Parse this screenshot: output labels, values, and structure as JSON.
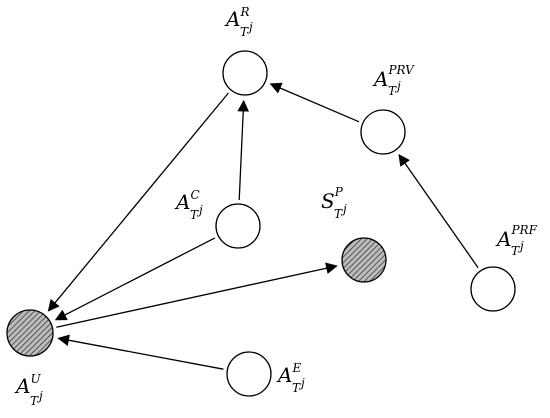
{
  "nodes": {
    "r": {
      "base": "A",
      "sup": "R",
      "sub": "T",
      "subsup": "j",
      "hatched": false
    },
    "prv": {
      "base": "A",
      "sup": "PRV",
      "sub": "T",
      "subsup": "j",
      "hatched": false
    },
    "c": {
      "base": "A",
      "sup": "C",
      "sub": "T",
      "subsup": "j",
      "hatched": false
    },
    "s": {
      "base": "S",
      "sup": "P",
      "sub": "T",
      "subsup": "j",
      "hatched": true
    },
    "prf": {
      "base": "A",
      "sup": "PRF",
      "sub": "T",
      "subsup": "j",
      "hatched": false
    },
    "u": {
      "base": "A",
      "sup": "U",
      "sub": "T",
      "subsup": "j",
      "hatched": true
    },
    "e": {
      "base": "A",
      "sup": "E",
      "sub": "T",
      "subsup": "j",
      "hatched": false
    }
  },
  "edges": [
    {
      "from": "prv",
      "to": "r"
    },
    {
      "from": "c",
      "to": "r"
    },
    {
      "from": "prf",
      "to": "prv"
    },
    {
      "from": "r",
      "to": "u"
    },
    {
      "from": "c",
      "to": "u"
    },
    {
      "from": "e",
      "to": "u"
    },
    {
      "from": "u",
      "to": "s"
    }
  ]
}
